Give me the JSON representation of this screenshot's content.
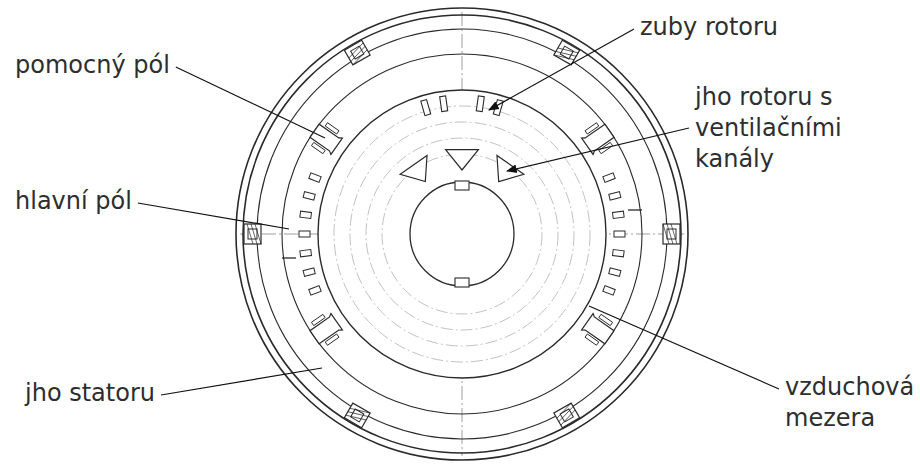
{
  "diagram": {
    "labels": [
      "pomocný pól",
      "hlavní pól",
      "jho statoru",
      "zuby rotoru",
      "jho rotoru s ventilačními kanály",
      "vzduchová mezera"
    ]
  }
}
